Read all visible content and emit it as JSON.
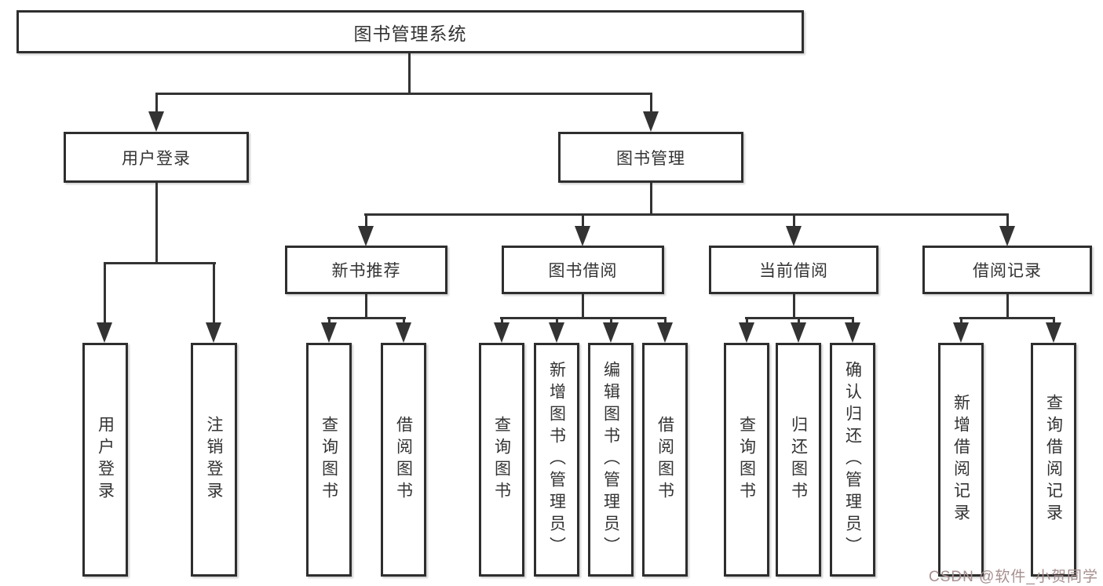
{
  "diagram": {
    "root": {
      "label": "图书管理系统"
    },
    "level2": [
      {
        "label": "用户登录"
      },
      {
        "label": "图书管理"
      }
    ],
    "level3": [
      {
        "label": "新书推荐"
      },
      {
        "label": "图书借阅"
      },
      {
        "label": "当前借阅"
      },
      {
        "label": "借阅记录"
      }
    ],
    "leaves": {
      "user_login": [
        "用户登录",
        "注销登录"
      ],
      "new_book": [
        "查询图书",
        "借阅图书"
      ],
      "book_borrow": [
        "查询图书",
        "新增图书（管理员）",
        "编辑图书（管理员）",
        "借阅图书"
      ],
      "current_borrow": [
        "查询图书",
        "归还图书",
        "确认归还（管理员）"
      ],
      "borrow_record": [
        "新增借阅记录",
        "查询借阅记录"
      ]
    },
    "watermark": "CSDN @软件_小贺同学",
    "colors": {
      "line": "#333333",
      "box_border": "#2e2e2e",
      "box_fill": "#ffffff",
      "text": "#333333",
      "watermark": "#a78f8f",
      "background": "#ffffff"
    }
  }
}
